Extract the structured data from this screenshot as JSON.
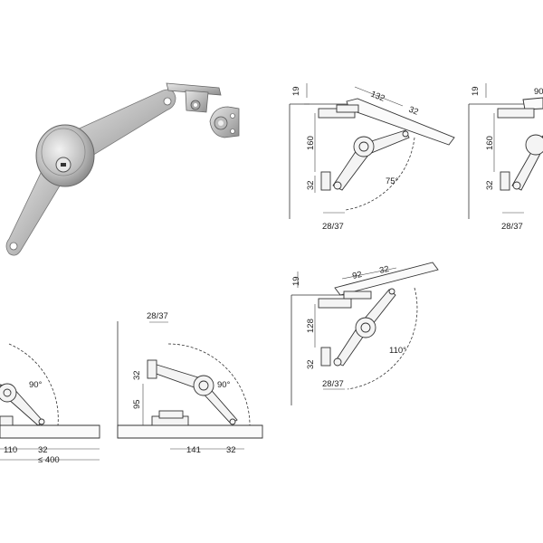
{
  "views": {
    "top_left": {
      "dim_top": "132",
      "dim_top_right": "32",
      "dim_left_top": "19",
      "dim_left_mid": "160",
      "dim_left_small": "32",
      "dim_bottom": "28/37",
      "angle": "75°"
    },
    "top_right": {
      "dim_top": "90",
      "dim_left_top": "19",
      "dim_left_mid": "160",
      "dim_left_small": "32",
      "dim_bottom": "28/37"
    },
    "mid_right": {
      "dim_top": "92",
      "dim_top_right": "32",
      "dim_left_top": "19",
      "dim_left_mid": "128",
      "dim_left_small": "32",
      "dim_bottom": "28/37",
      "angle": "110°"
    },
    "bottom_left": {
      "angle": "90°",
      "dim_bottom_a": "110",
      "dim_bottom_b": "32",
      "dim_bottom_total": "≤ 400"
    },
    "bottom_mid": {
      "dim_top": "28/37",
      "dim_left_small": "32",
      "dim_left_mid": "95",
      "angle": "90°",
      "dim_bottom_a": "141",
      "dim_bottom_b": "32"
    }
  },
  "colors": {
    "metal": "#cfcfcf",
    "metal_dark": "#9a9a9a",
    "line": "#333333"
  },
  "product_image": "lid-stay-mechanism-photo"
}
